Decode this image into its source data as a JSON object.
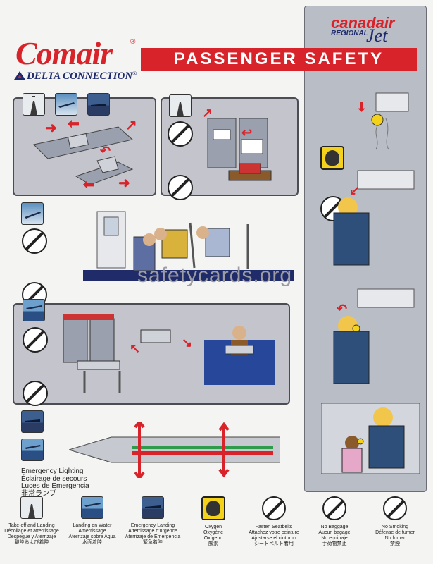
{
  "header": {
    "airline_logo": "Comair",
    "logo_reg": "®",
    "partner": "DELTA CONNECTION",
    "partner_reg": "®",
    "title": "PASSENGER SAFETY",
    "aircraft_brand": "canadair",
    "aircraft_regional": "REGIONAL",
    "aircraft_model": "Jet"
  },
  "watermark": "safetycards.org",
  "emergency_lighting": [
    "Emergency Lighting",
    "Éclairage de secours",
    "Luces de Emergencia",
    "非常ランプ"
  ],
  "legend": [
    {
      "icon": "runway-icon",
      "lines": [
        "Take-off and Landing",
        "Décollage et atterrissage",
        "Despegue y Aterrizaje",
        "離陸および着陸"
      ]
    },
    {
      "icon": "water-landing-icon",
      "lines": [
        "Landing on Water",
        "Amerrissage",
        "Aterrizaje sobre Agua",
        "水面着陸"
      ]
    },
    {
      "icon": "emergency-landing-icon",
      "lines": [
        "Emergency Landing",
        "Atterrissage d'urgence",
        "Aterrizaje de Emergencia",
        "緊急着陸"
      ]
    },
    {
      "icon": "oxygen-icon",
      "lines": [
        "Oxygen",
        "Oxygène",
        "Oxígeno",
        "酸素"
      ]
    },
    {
      "icon": "fasten-seatbelt-icon",
      "lines": [
        "Fasten Seatbelts",
        "Attachez votre ceinture",
        "Ajustarse el cinturon",
        "シートベルト着用"
      ]
    },
    {
      "icon": "no-baggage-icon",
      "lines": [
        "No Baggage",
        "Aucun bagage",
        "No equipaje",
        "手荷物禁止"
      ]
    },
    {
      "icon": "no-smoking-icon",
      "lines": [
        "No Smoking",
        "Défense de fumer",
        "No fumar",
        "禁煙"
      ]
    }
  ],
  "colors": {
    "brand_red": "#d8232a",
    "delta_navy": "#1e2a6e",
    "panel_gray": "#c4c5cc",
    "oxygen_yellow": "#f4d21c"
  }
}
